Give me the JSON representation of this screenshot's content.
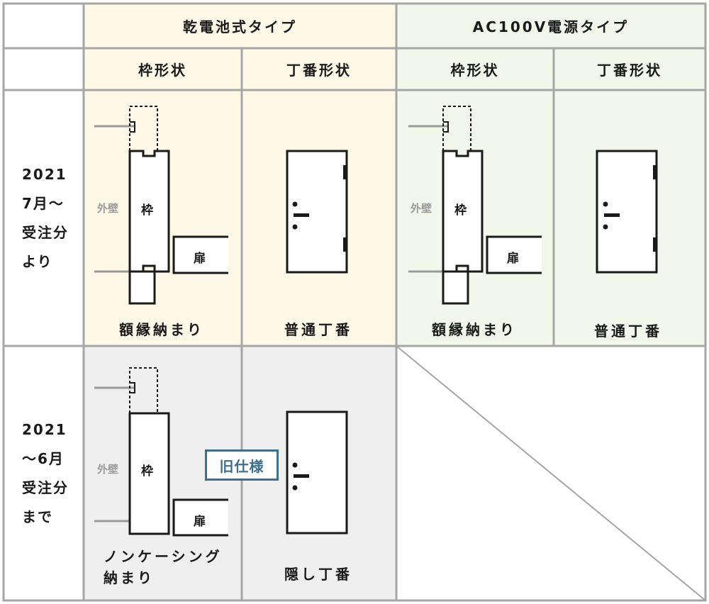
{
  "header": {
    "battery_type": "乾電池式タイプ",
    "ac_type": "AC100V電源タイプ"
  },
  "subheader": {
    "battery_frame": "枠形状",
    "battery_hinge": "丁番形状",
    "ac_frame": "枠形状",
    "ac_hinge": "丁番形状"
  },
  "rows": {
    "new": {
      "line1": "2021",
      "line2": "7月～",
      "line3": "受注分",
      "line4": "より"
    },
    "old": {
      "line1": "2021",
      "line2": "～6月",
      "line3": "受注分",
      "line4": "まで"
    }
  },
  "labels": {
    "wall": "外壁",
    "frame": "枠",
    "door": "扉"
  },
  "captions": {
    "frame_new": "額縁納まり",
    "hinge_new": "普通丁番",
    "frame_old_line1": "ノンケーシング",
    "frame_old_line2": "納まり",
    "hinge_old": "隠し丁番"
  },
  "badge": {
    "old_spec": "旧仕様"
  },
  "colors": {
    "cream": "#fdf8e8",
    "green": "#f3f6ea",
    "gray": "#efefef",
    "grid_line": "#a6a6a6",
    "badge": "#3f6f8c"
  }
}
